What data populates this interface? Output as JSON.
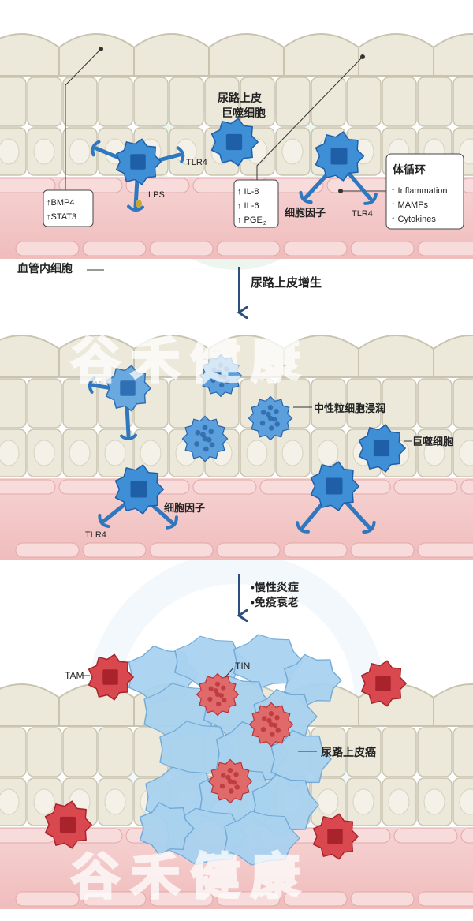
{
  "panel1": {
    "urothelium": "尿路上皮",
    "macrophage": "巨噬细胞",
    "tlr4_left": "TLR4",
    "tlr4_right": "TLR4",
    "lps": "LPS",
    "box_left": [
      "↑BMP4",
      "↑STAT3"
    ],
    "box_mid": [
      "↑ IL-8",
      "↑ IL-6",
      "↑ PGE"
    ],
    "pge_sub": "2",
    "cytokine": "细胞因子",
    "systemic_title": "体循环",
    "systemic_items": [
      "↑ Inflammation",
      "↑ MAMPs",
      "↑ Cytokines"
    ],
    "endothelial": "血管内细胞"
  },
  "arrow1": "尿路上皮增生",
  "panel2": {
    "neutrophil": "中性粒细胞浸润",
    "macrophage": "巨噬细胞",
    "cytokine": "细胞因子",
    "tlr4": "TLR4"
  },
  "arrow2": [
    "•慢性炎症",
    "•免疫衰老"
  ],
  "panel3": {
    "tam": "TAM",
    "tin": "TIN",
    "cancer": "尿路上皮癌"
  },
  "watermark": "谷禾健康",
  "colors": {
    "cell_beige": "#ece9da",
    "cell_border": "#c8c4b0",
    "vessel": "#f4c9c9",
    "blue_cell": "#3f8fd6",
    "red_cell": "#d9484f",
    "tumor": "#a9d2f0"
  }
}
